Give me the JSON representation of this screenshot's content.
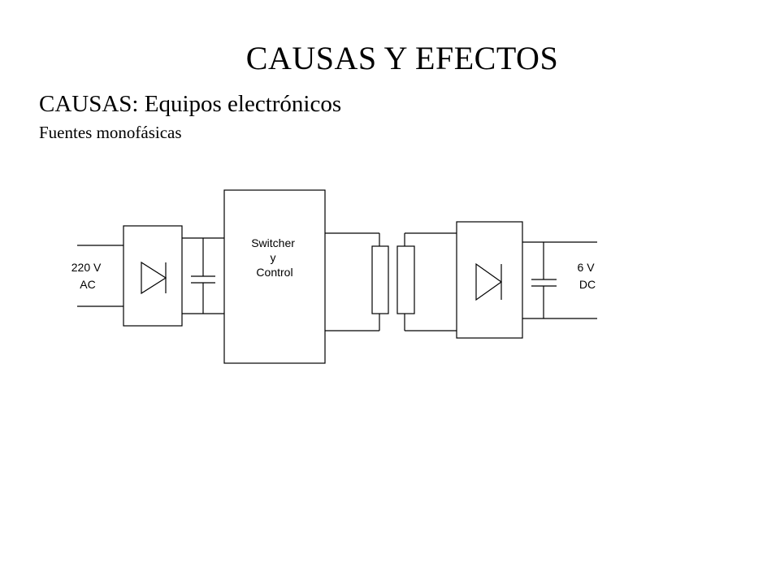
{
  "slide": {
    "title": "CAUSAS  Y EFECTOS",
    "subtitle": "CAUSAS: Equipos electrónicos",
    "subsubtitle": "Fuentes monofásicas"
  },
  "diagram": {
    "input_label": [
      "220 V",
      "AC"
    ],
    "switcher_label": [
      "Switcher",
      "y",
      "Control"
    ],
    "output_label": [
      "6 V",
      "DC"
    ]
  }
}
